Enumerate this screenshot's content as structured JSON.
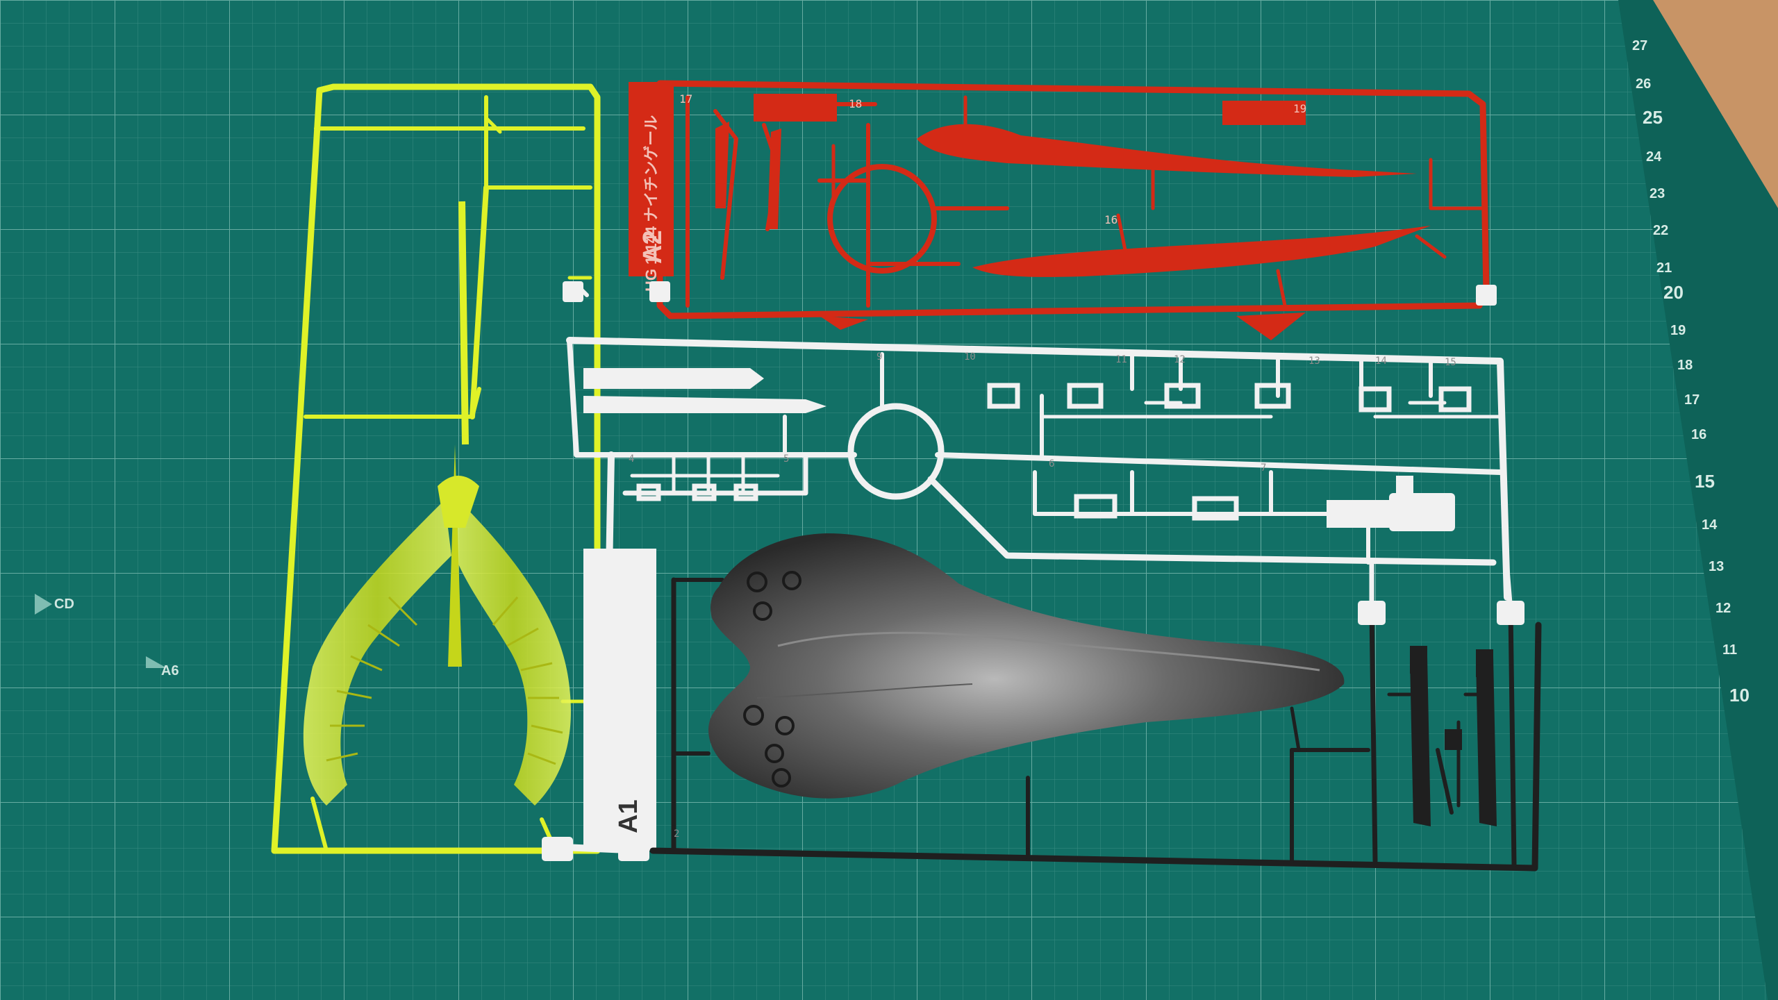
{
  "colors": {
    "mat": "#127066",
    "mat_dark": "#0d5850",
    "grid_line": "#5fa79d",
    "wood": "#c89466",
    "ruler": "#d8b58e",
    "sprue_yellow": "#dff228",
    "sprue_red": "#d42a16",
    "sprue_white": "#f1f1f1",
    "sprue_black": "#1f1f1f",
    "hull": "#3a3a3a"
  },
  "mat_labels": {
    "cd": "CD",
    "a6": "A6",
    "ruler_numbers": [
      "27",
      "26",
      "25",
      "24",
      "23",
      "22",
      "21",
      "20",
      "19",
      "18",
      "17",
      "16",
      "15",
      "14",
      "13",
      "12",
      "11",
      "10"
    ]
  },
  "sprues": {
    "red": {
      "tag": "A2",
      "text": "HG 1/144 ナイチンゲール",
      "part_numbers": [
        "17",
        "18",
        "19",
        "16"
      ]
    },
    "white": {
      "tag": "A1",
      "part_numbers": [
        "9",
        "10",
        "11",
        "12",
        "13",
        "14",
        "15",
        "4",
        "5",
        "6",
        "7"
      ]
    },
    "black": {
      "part_numbers": [
        "2"
      ]
    }
  }
}
